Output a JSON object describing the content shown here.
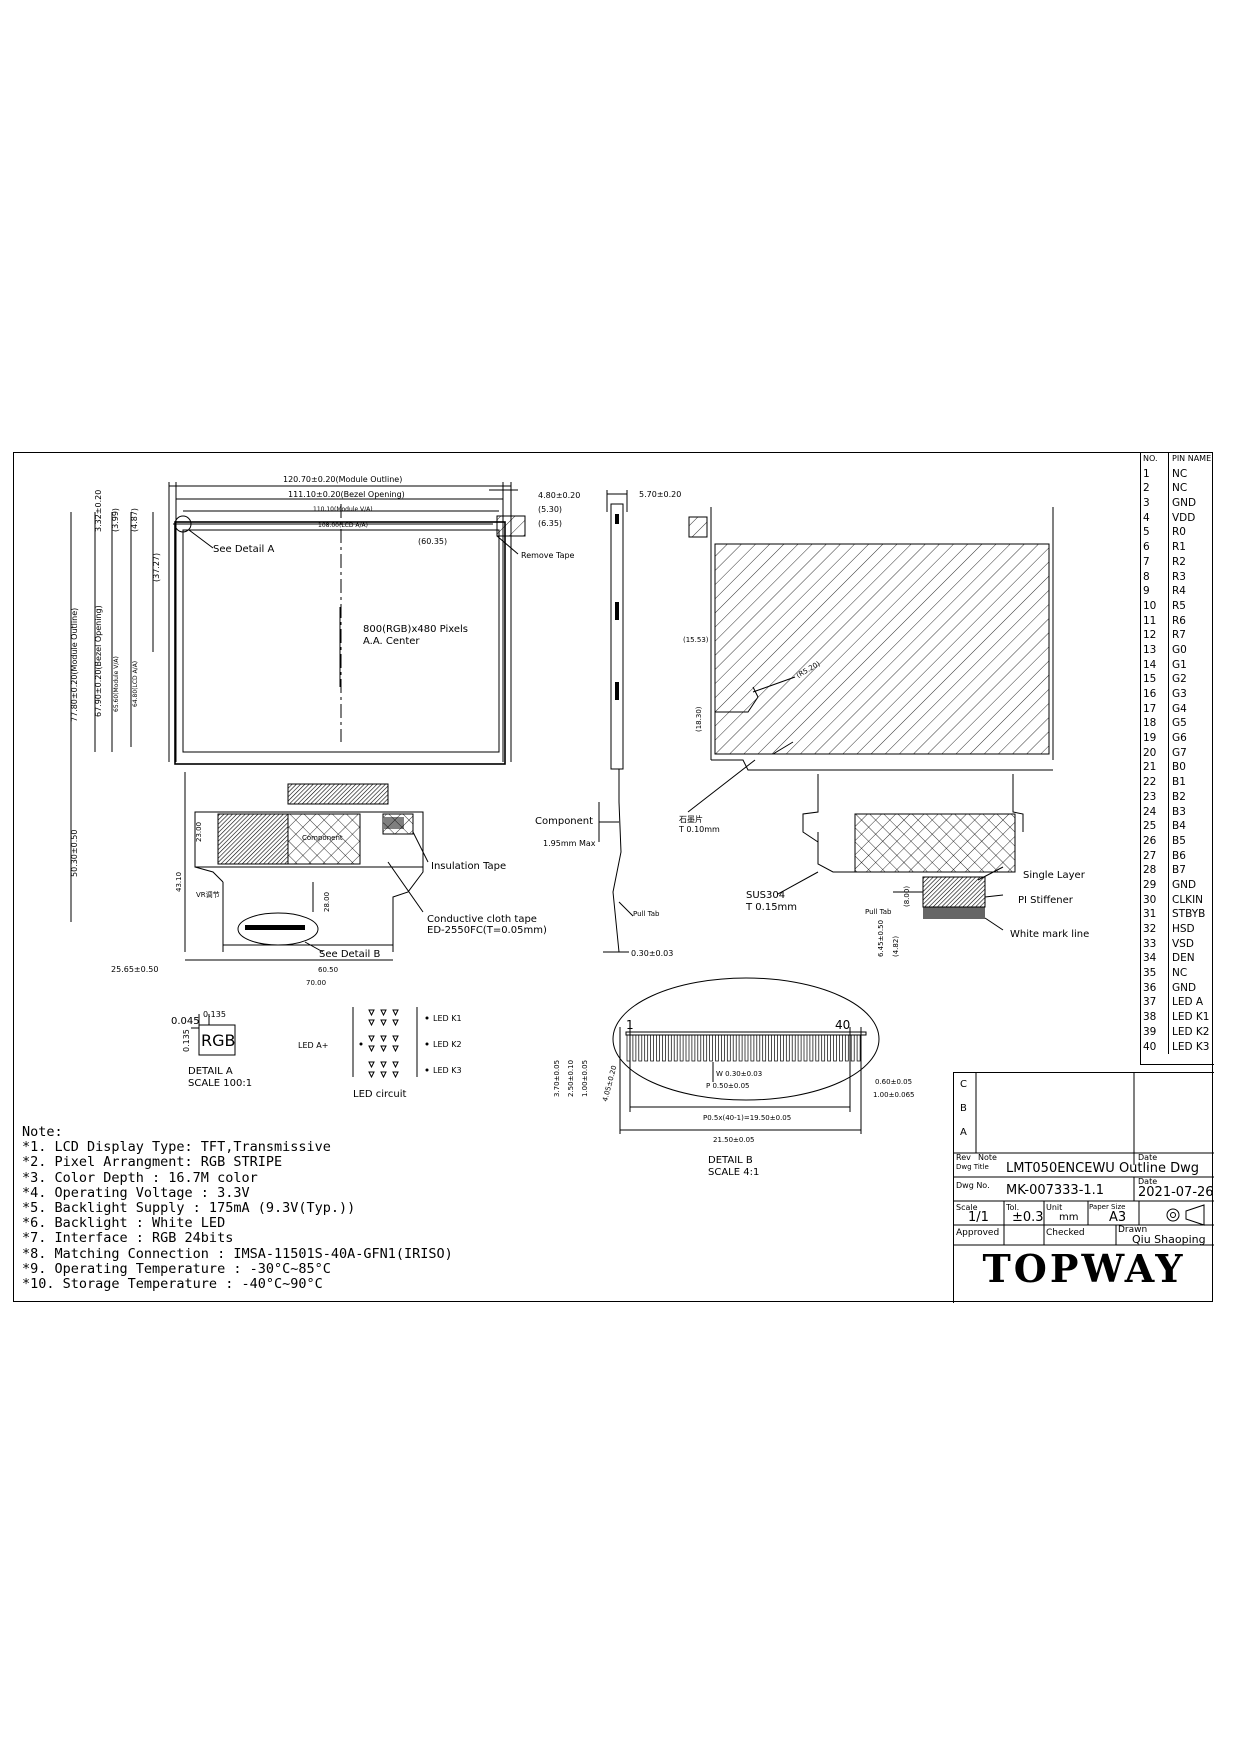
{
  "drawing": {
    "dims": {
      "module_outline": "120.70±0.20(Module Outline)",
      "bezel_opening": "111.10±0.20(Bezel Opening)",
      "module_va": "110.10(Module V/A)",
      "lcd_aa": "108.00(LCD A/A)",
      "right_offset_a": "4.80±0.20",
      "right_offset_b": "(5.30)",
      "right_offset_c": "(6.35)",
      "center_offset": "(60.35)",
      "top_a": "3.32±0.20",
      "top_b": "(3.99)",
      "top_c": "(4.87)",
      "top_d": "(37.27)",
      "v_outline": "77.80±0.20(Module Outline)",
      "v_bezel": "67.90±0.20(Bezel Opening)",
      "v_va": "65.60(Module V/A)",
      "v_aa": "64.80(LCD A/A)",
      "fpc_len": "50.30±0.50",
      "fpc_23": "23.00",
      "fpc_43": "43.10",
      "fpc_28": "28.00",
      "fpc_bottom_left": "25.65±0.50",
      "fpc_60": "60.50",
      "fpc_70": "70.00",
      "thick": "5.70±0.20",
      "comp_max": "1.95mm Max",
      "tail_thk": "0.30±0.03",
      "side_1553": "(15.53)",
      "side_1830": "(18.30)",
      "r_label": "(R5.20)",
      "stiff_800": "(8.00)",
      "stiff_645": "6.45±0.50",
      "stiff_482": "(4.82)",
      "pitch_total": "P0.5x(40-1)=19.50±0.05",
      "pitch_total2": "21.50±0.05",
      "w_lbl": "W 0.30±0.03",
      "p_lbl": "P 0.50±0.05",
      "d_a": "0.60±0.05",
      "d_b": "1.00±0.065",
      "v1": "3.70±0.05",
      "v2": "2.50±0.10",
      "v3": "1.00±0.05",
      "v4": "4.05±0.20",
      "px_a": "0.135",
      "px_b": "0.045",
      "px_c": "0.135"
    },
    "labels": {
      "see_detail_a": "See Detail A",
      "remove_tape": "Remove Tape",
      "pixels": "800(RGB)x480 Pixels",
      "aa_center": "A.A. Center",
      "component": "Component",
      "insulation_tape": "Insulation Tape",
      "conductive_tape": "Conductive cloth tape",
      "conductive_tape_spec": "ED-2550FC(T=0.05mm)",
      "see_detail_b": "See Detail B",
      "vr_label": "VR调节",
      "component_small": "Component",
      "pull_tab": "Pull Tab",
      "pull_tab2": "Pull Tab",
      "stiffener_note": "石墨片",
      "stiffener_note2": "T 0.10mm",
      "sus": "SUS304",
      "sus_t": "T 0.15mm",
      "single_layer": "Single Layer",
      "pi_stiffener": "PI Stiffener",
      "white_mark": "White mark line",
      "rgb": "RGB",
      "detail_a": "DETAIL A",
      "scale_a": "SCALE 100:1",
      "led_a": "LED A+",
      "led_k1": "LED K1",
      "led_k2": "LED K2",
      "led_k3": "LED K3",
      "led_circuit": "LED circuit",
      "detail_b": "DETAIL B",
      "scale_b": "SCALE 4:1",
      "pin1": "1",
      "pin40": "40"
    }
  },
  "notes": {
    "title": "Note:",
    "items": [
      "*1. LCD Display Type: TFT,Transmissive",
      "*2. Pixel Arrangment: RGB STRIPE",
      "*3. Color Depth : 16.7M color",
      "*4. Operating Voltage : 3.3V",
      "*5. Backlight Supply : 175mA (9.3V(Typ.))",
      "*6. Backlight : White LED",
      "*7. Interface : RGB 24bits",
      "*8. Matching Connection : IMSA-11501S-40A-GFN1(IRISO)",
      "*9. Operating Temperature : -30°C~85°C",
      "*10. Storage Temperature : -40°C~90°C"
    ]
  },
  "pins": {
    "head_no": "NO.",
    "head_name": "PIN NAME",
    "rows": [
      {
        "no": "1",
        "name": "NC"
      },
      {
        "no": "2",
        "name": "NC"
      },
      {
        "no": "3",
        "name": "GND"
      },
      {
        "no": "4",
        "name": "VDD"
      },
      {
        "no": "5",
        "name": "R0"
      },
      {
        "no": "6",
        "name": "R1"
      },
      {
        "no": "7",
        "name": "R2"
      },
      {
        "no": "8",
        "name": "R3"
      },
      {
        "no": "9",
        "name": "R4"
      },
      {
        "no": "10",
        "name": "R5"
      },
      {
        "no": "11",
        "name": "R6"
      },
      {
        "no": "12",
        "name": "R7"
      },
      {
        "no": "13",
        "name": "G0"
      },
      {
        "no": "14",
        "name": "G1"
      },
      {
        "no": "15",
        "name": "G2"
      },
      {
        "no": "16",
        "name": "G3"
      },
      {
        "no": "17",
        "name": "G4"
      },
      {
        "no": "18",
        "name": "G5"
      },
      {
        "no": "19",
        "name": "G6"
      },
      {
        "no": "20",
        "name": "G7"
      },
      {
        "no": "21",
        "name": "B0"
      },
      {
        "no": "22",
        "name": "B1"
      },
      {
        "no": "23",
        "name": "B2"
      },
      {
        "no": "24",
        "name": "B3"
      },
      {
        "no": "25",
        "name": "B4"
      },
      {
        "no": "26",
        "name": "B5"
      },
      {
        "no": "27",
        "name": "B6"
      },
      {
        "no": "28",
        "name": "B7"
      },
      {
        "no": "29",
        "name": "GND"
      },
      {
        "no": "30",
        "name": "CLKIN"
      },
      {
        "no": "31",
        "name": "STBYB"
      },
      {
        "no": "32",
        "name": "HSD"
      },
      {
        "no": "33",
        "name": "VSD"
      },
      {
        "no": "34",
        "name": "DEN"
      },
      {
        "no": "35",
        "name": "NC"
      },
      {
        "no": "36",
        "name": "GND"
      },
      {
        "no": "37",
        "name": "LED A"
      },
      {
        "no": "38",
        "name": "LED K1"
      },
      {
        "no": "39",
        "name": "LED K2"
      },
      {
        "no": "40",
        "name": "LED K3"
      }
    ]
  },
  "title_block": {
    "rev_c": "C",
    "rev_b": "B",
    "rev_a": "A",
    "rev_label": "Rev",
    "note_label": "Note",
    "date_label": "Date",
    "dwg_title_label": "Dwg Title",
    "dwg_title": "LMT050ENCEWU Outline Dwg",
    "dwg_no_label": "Dwg No.",
    "dwg_no": "MK-007333-1.1",
    "date2_label": "Date",
    "date": "2021-07-26",
    "scale_label": "Scale",
    "scale": "1/1",
    "tol_label": "Tol.",
    "tol": "±0.3",
    "unit_label": "Unit",
    "unit": "mm",
    "paper_label": "Paper Size",
    "paper": "A3",
    "approved_label": "Approved",
    "checked_label": "Checked",
    "drawn_label": "Drawn",
    "drawn": "Qiu Shaoping",
    "logo": "TOPWAY"
  }
}
